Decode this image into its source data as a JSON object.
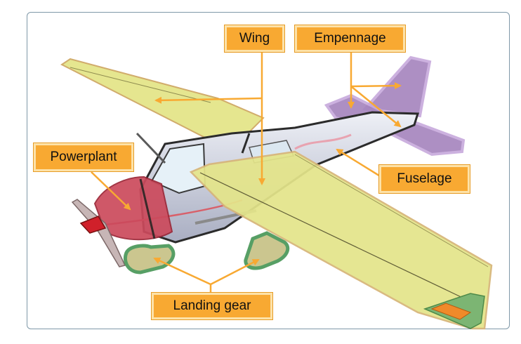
{
  "diagram": {
    "labels": {
      "wing": "Wing",
      "empennage": "Empennage",
      "powerplant": "Powerplant",
      "fuselage": "Fuselage",
      "landing_gear": "Landing gear"
    }
  },
  "colors": {
    "label_fill": "#f8a932",
    "arrow": "#f8a932",
    "wing": "#e4e58a",
    "empennage": "#a583bd",
    "powerplant": "#cc4a5c",
    "landing_gear": "#4f9a5d",
    "fuselage": "#d9dce6"
  }
}
